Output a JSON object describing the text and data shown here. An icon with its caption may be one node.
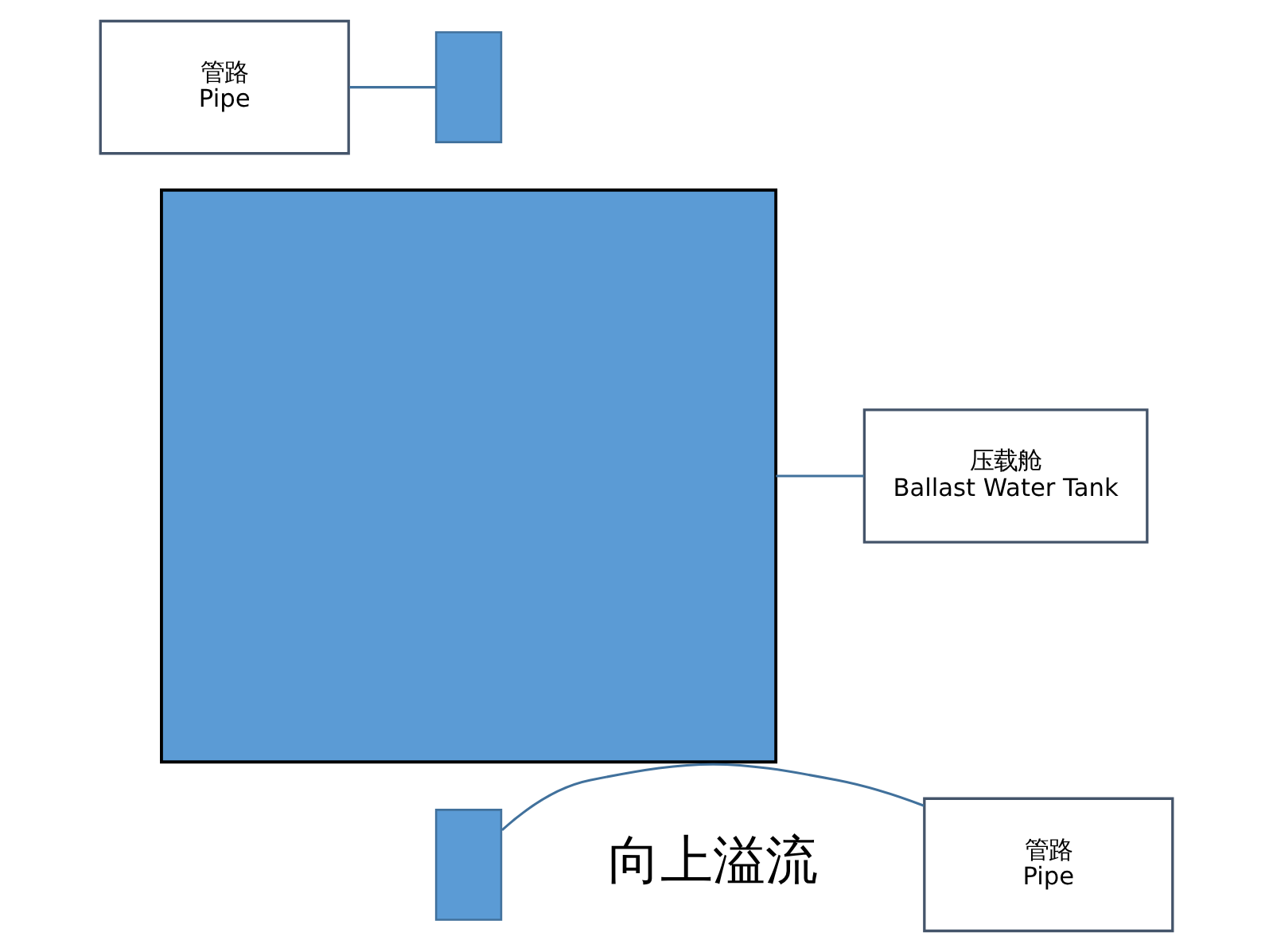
{
  "diagram": {
    "nodes": [
      {
        "text": [
          "管路",
          "Pipe"
        ]
      },
      {
        "text": [],
        "shape": "bar"
      },
      {
        "text": [],
        "shape": "box"
      },
      {
        "text": [
          "压载舱",
          "Ballast Water Tank"
        ]
      },
      {
        "text": [],
        "shape": "bar"
      },
      {
        "text": [
          "管路",
          "Pipe"
        ]
      }
    ],
    "edges": [
      {
        "from": 0,
        "to": 1,
        "arrow": "none"
      },
      {
        "from": 3,
        "to": 2,
        "arrow": "none"
      },
      {
        "from": 5,
        "to": 4,
        "arrow": "none"
      }
    ],
    "labels": [
      "向上溢流"
    ]
  }
}
